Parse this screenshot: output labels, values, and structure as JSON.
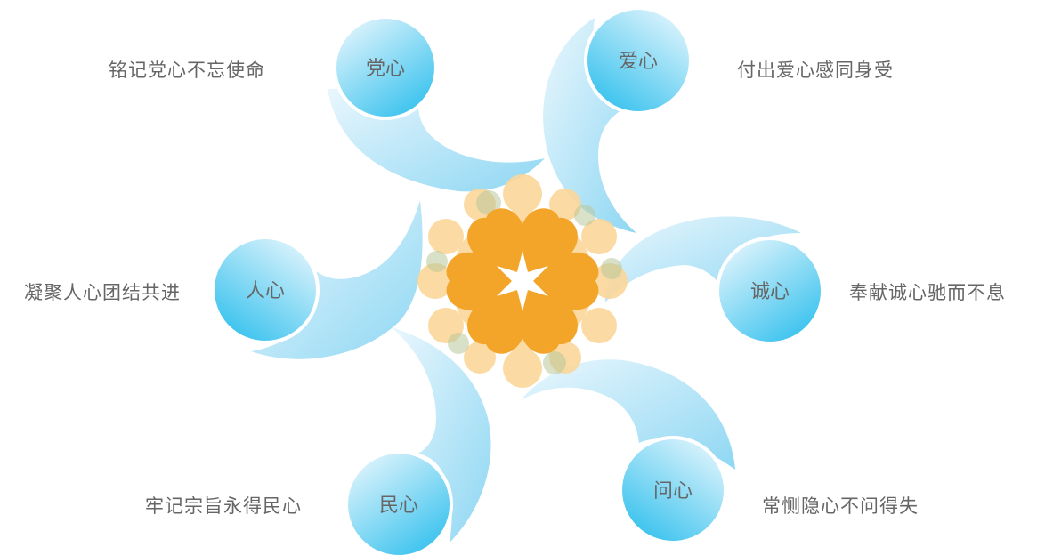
{
  "center": {
    "accent": "#f3a52a",
    "halo": "#fbd79a"
  },
  "colors": {
    "swirl_light": "#eaf7fd",
    "swirl_dark": "#8ed7f3",
    "circle_light": "#cdeffb",
    "circle_dark": "#3cc3ee",
    "text": "#666666"
  },
  "nodes": [
    {
      "label": "党心",
      "description": "铭记党心不忘使命"
    },
    {
      "label": "爱心",
      "description": "付出爱心感同身受"
    },
    {
      "label": "诚心",
      "description": "奉献诚心驰而不息"
    },
    {
      "label": "问心",
      "description": "常恻隐心不问得失"
    },
    {
      "label": "民心",
      "description": "牢记宗旨永得民心"
    },
    {
      "label": "人心",
      "description": "凝聚人心团结共进"
    }
  ]
}
